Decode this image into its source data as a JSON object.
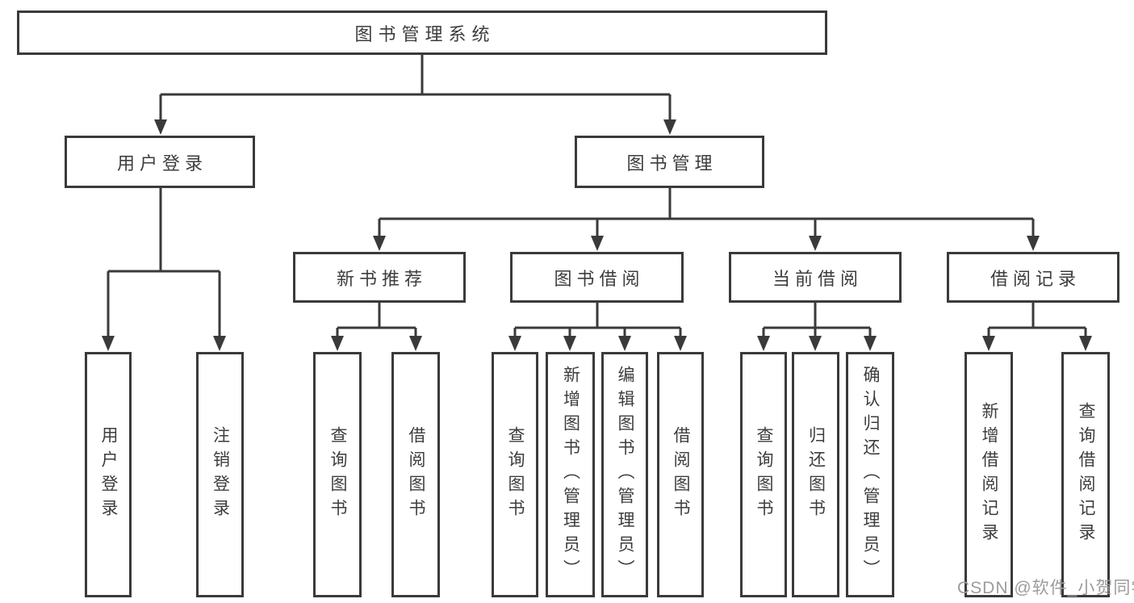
{
  "colors": {
    "line": "#3a3a3a",
    "box_border": "#3a3a3a",
    "text": "#3d3d3d",
    "background": "#ffffff",
    "watermark": "#9c9c9c"
  },
  "tree": {
    "label": "图书管理系统",
    "children": [
      {
        "label": "用户登录",
        "children": [
          {
            "label": "用户登录"
          },
          {
            "label": "注销登录"
          }
        ]
      },
      {
        "label": "图书管理",
        "children": [
          {
            "label": "新书推荐",
            "children": [
              {
                "label": "查询图书"
              },
              {
                "label": "借阅图书"
              }
            ]
          },
          {
            "label": "图书借阅",
            "children": [
              {
                "label": "查询图书"
              },
              {
                "label": "新增图书（管理员）"
              },
              {
                "label": "编辑图书（管理员）"
              },
              {
                "label": "借阅图书"
              }
            ]
          },
          {
            "label": "当前借阅",
            "children": [
              {
                "label": "查询图书"
              },
              {
                "label": "归还图书"
              },
              {
                "label": "确认归还（管理员）"
              }
            ]
          },
          {
            "label": "借阅记录",
            "children": [
              {
                "label": "新增借阅记录"
              },
              {
                "label": "查询借阅记录"
              }
            ]
          }
        ]
      }
    ]
  },
  "watermark": "CSDN @软件_小贺同学"
}
